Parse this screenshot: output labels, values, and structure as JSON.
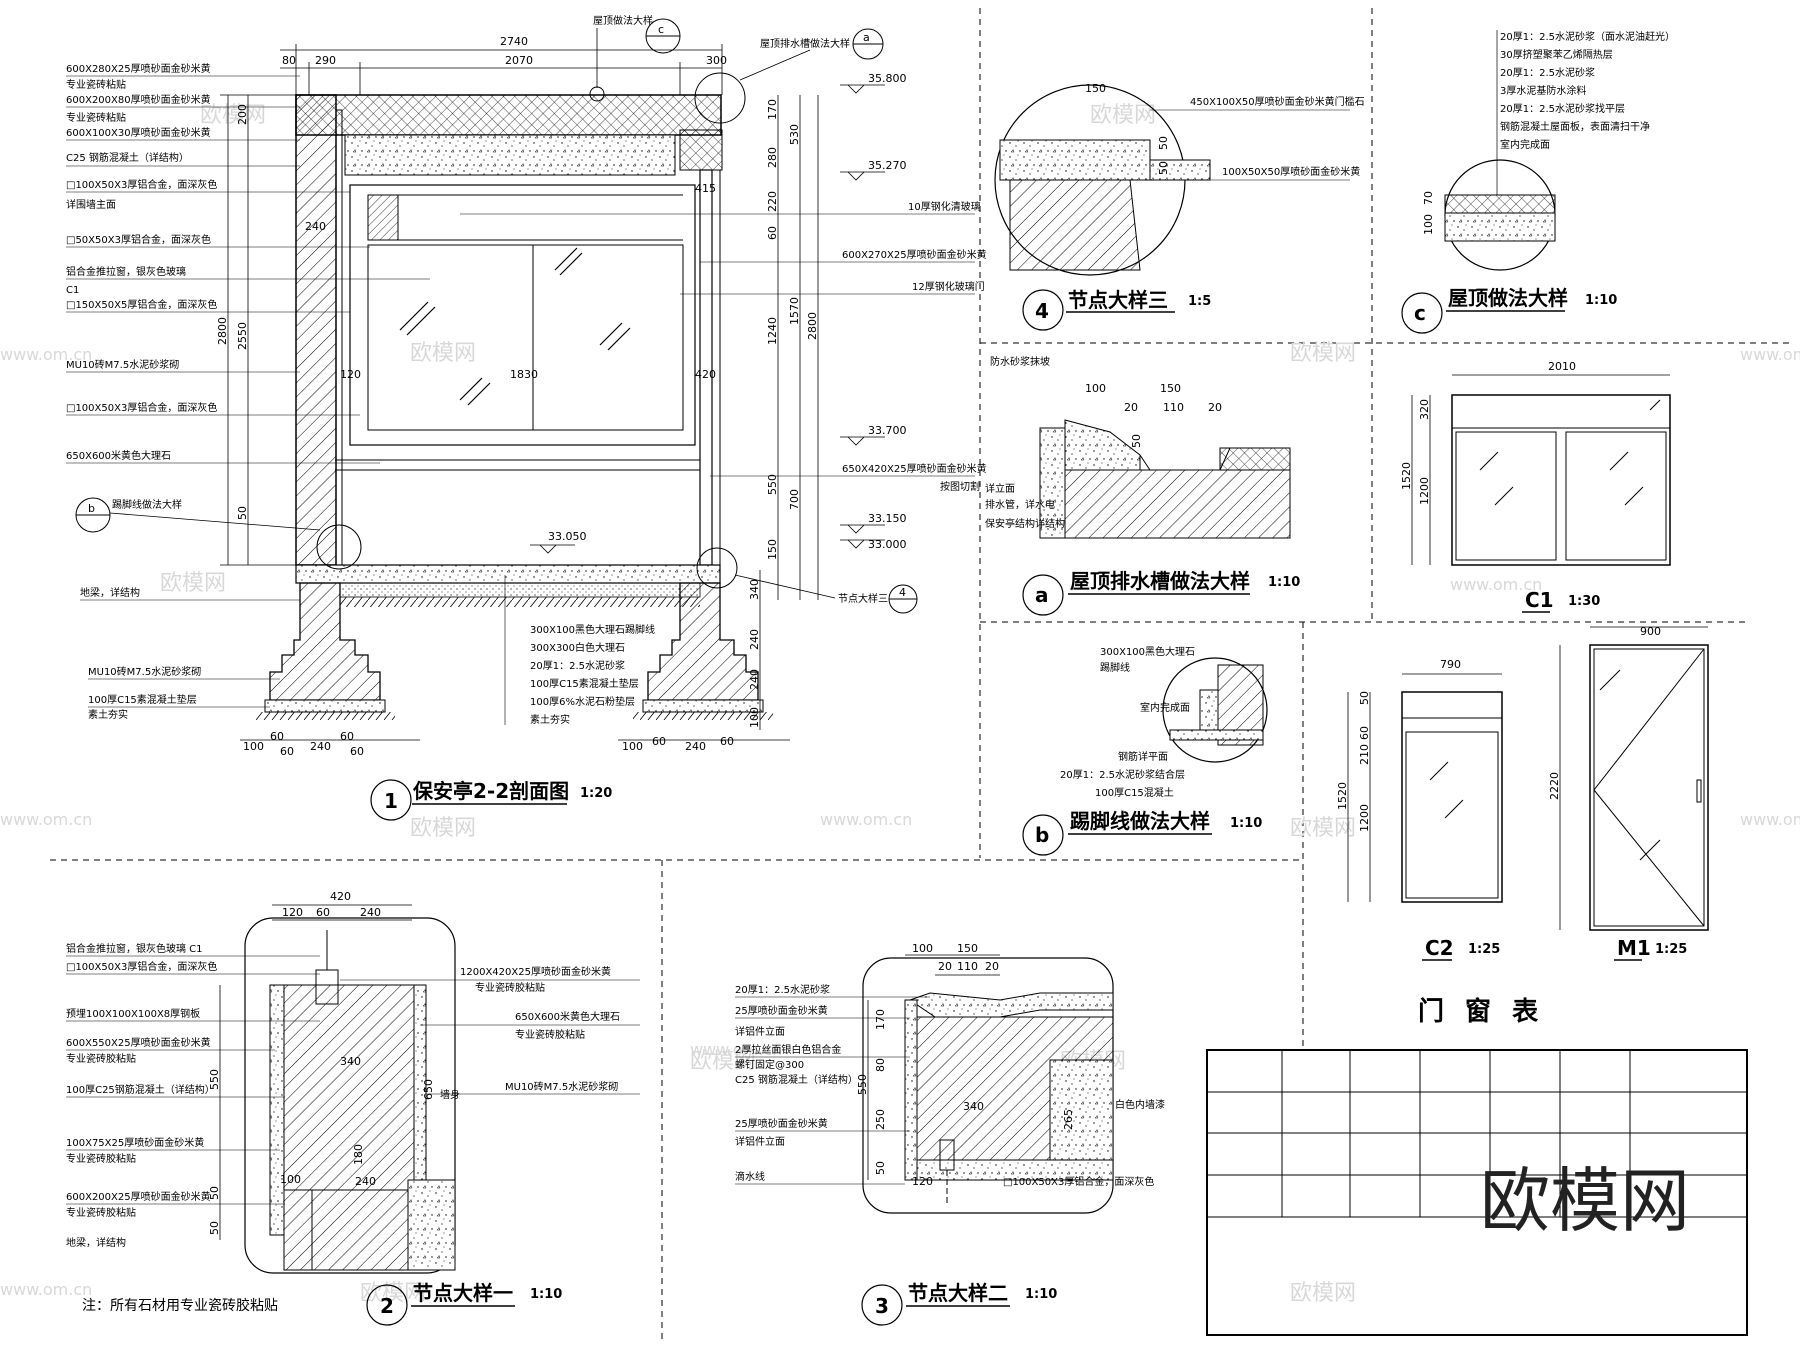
{
  "watermark": "欧模网",
  "watermark_url": "www.om.cn",
  "note": "注：所有石材用专业瓷砖胶粘贴",
  "door_window_table_title": "门 窗 表",
  "section": {
    "title": "保安亭2-2剖面图",
    "scale": "1:20",
    "number": "1",
    "dims_top": [
      "2740",
      "80",
      "290",
      "2070",
      "300"
    ],
    "dims_left": [
      "2800",
      "2550",
      "200",
      "50"
    ],
    "dims_right": [
      "170",
      "280",
      "220",
      "60",
      "1240",
      "550",
      "150",
      "530",
      "1570",
      "700",
      "2800",
      "415",
      "420",
      "240",
      "120",
      "1830"
    ],
    "dims_bottom": [
      "100",
      "60",
      "60",
      "240",
      "60",
      "60",
      "100",
      "60",
      "240",
      "60"
    ],
    "dims_foot": [
      "340",
      "240",
      "240",
      "100"
    ],
    "elevations": [
      "35.800",
      "35.270",
      "33.700",
      "33.150",
      "33.000",
      "33.050"
    ],
    "callouts": [
      "c",
      "a",
      "b",
      "4"
    ],
    "callout_texts": [
      "屋顶做法大样",
      "屋顶排水槽做法大样",
      "踢脚线做法大样",
      "节点大样三"
    ],
    "left_labels": [
      "600X280X25厚喷砂面金砂米黄",
      "专业瓷砖粘贴",
      "600X200X80厚喷砂面金砂米黄",
      "专业瓷砖粘贴",
      "600X100X30厚喷砂面金砂米黄",
      "C25 钢筋混凝土（详结构）",
      "□100X50X3厚铝合金，面深灰色",
      "详围墙主面",
      "□50X50X3厚铝合金，面深灰色",
      "铝合金推拉窗，银灰色玻璃",
      "C1",
      "□150X50X5厚铝合金，面深灰色",
      "MU10砖M7.5水泥砂浆砌",
      "□100X50X3厚铝合金，面深灰色",
      "650X600米黄色大理石",
      "踢脚线做法大样",
      "地梁，详结构",
      "MU10砖M7.5水泥砂浆砌",
      "100厚C15素混凝土垫层",
      "素土夯实"
    ],
    "right_labels": [
      "10厚钢化清玻璃",
      "600X270X25厚喷砂面金砂米黄",
      "12厚钢化玻璃门",
      "650X420X25厚喷砂面金砂米黄",
      "按图切割"
    ],
    "floor_labels": [
      "300X100黑色大理石踢脚线",
      "300X300白色大理石",
      "20厚1：2.5水泥砂浆",
      "100厚C15素混凝土垫层",
      "100厚6%水泥石粉垫层",
      "素土夯实"
    ],
    "node_ref": "节点大样三"
  },
  "node4": {
    "title": "节点大样三",
    "scale": "1:5",
    "number": "4",
    "dims": [
      "150",
      "50",
      "50"
    ],
    "labels": [
      "450X100X50厚喷砂面金砂米黄门槛石",
      "100X50X50厚喷砂面金砂米黄"
    ]
  },
  "roof": {
    "title": "屋顶做法大样",
    "scale": "1:10",
    "number": "c",
    "dims": [
      "70",
      "100"
    ],
    "labels": [
      "20厚1：2.5水泥砂浆（面水泥油赶光）",
      "30厚挤塑聚苯乙烯隔热层",
      "20厚1：2.5水泥砂浆",
      "3厚水泥基防水涂料",
      "20厚1：2.5水泥砂浆找平层",
      "钢筋混凝土屋面板，表面清扫干净",
      "室内完成面"
    ]
  },
  "gutter": {
    "title": "屋顶排水槽做法大样",
    "scale": "1:10",
    "number": "a",
    "dims": [
      "100",
      "150",
      "20",
      "110",
      "20",
      "50"
    ],
    "labels": [
      "防水砂浆抹坡",
      "详立面",
      "排水管，详水电",
      "保安亭结构详结构"
    ]
  },
  "baseboard": {
    "title": "踢脚线做法大样",
    "scale": "1:10",
    "number": "b",
    "labels": [
      "300X100黑色大理石",
      "踢脚线",
      "室内完成面",
      "钢筋详平面",
      "20厚1：2.5水泥砂浆结合层",
      "100厚C15混凝土"
    ]
  },
  "c1": {
    "title": "C1",
    "scale": "1:30",
    "dims": [
      "2010",
      "320",
      "1520",
      "1200"
    ]
  },
  "c2": {
    "title": "C2",
    "scale": "1:25",
    "dims": [
      "790",
      "50",
      "60",
      "210",
      "1520",
      "1200"
    ]
  },
  "m1": {
    "title": "M1",
    "scale": "1:25",
    "dims": [
      "900",
      "2220"
    ]
  },
  "node1": {
    "title": "节点大样一",
    "scale": "1:10",
    "number": "2",
    "dims_top": [
      "420",
      "120",
      "60",
      "240"
    ],
    "dims_left": [
      "550",
      "50",
      "50"
    ],
    "dims_inner": [
      "340",
      "650",
      "100",
      "180",
      "240"
    ],
    "inner_text": "墙身",
    "labels": [
      "铝合金推拉窗，银灰色玻璃 C1",
      "□100X50X3厚铝合金，面深灰色",
      "预埋100X100X100X8厚钢板",
      "600X550X25厚喷砂面金砂米黄",
      "专业瓷砖胶粘贴",
      "100厚C25钢筋混凝土（详结构）",
      "100X75X25厚喷砂面金砂米黄",
      "专业瓷砖胶粘贴",
      "600X200X25厚喷砂面金砂米黄",
      "专业瓷砖胶粘贴",
      "地梁，详结构"
    ],
    "right_labels": [
      "1200X420X25厚喷砂面金砂米黄",
      "专业瓷砖胶粘贴",
      "650X600米黄色大理石",
      "专业瓷砖胶粘贴",
      "MU10砖M7.5水泥砂浆砌"
    ]
  },
  "node2": {
    "title": "节点大样二",
    "scale": "1:10",
    "number": "3",
    "dims_top": [
      "100",
      "150",
      "20",
      "110",
      "20"
    ],
    "dims_left": [
      "170",
      "80",
      "550",
      "250",
      "50",
      "120"
    ],
    "dims_inner": [
      "340",
      "265"
    ],
    "labels": [
      "20厚1：2.5水泥砂浆",
      "25厚喷砂面金砂米黄",
      "详铝件立面",
      "2厚拉丝面银白色铝合金",
      "螺钉固定@300",
      "C25 钢筋混凝土（详结构）",
      "25厚喷砂面金砂米黄",
      "详铝件立面",
      "滴水线"
    ],
    "right_labels": [
      "白色内墙漆",
      "□100X50X3厚铝合金，面深灰色"
    ]
  }
}
